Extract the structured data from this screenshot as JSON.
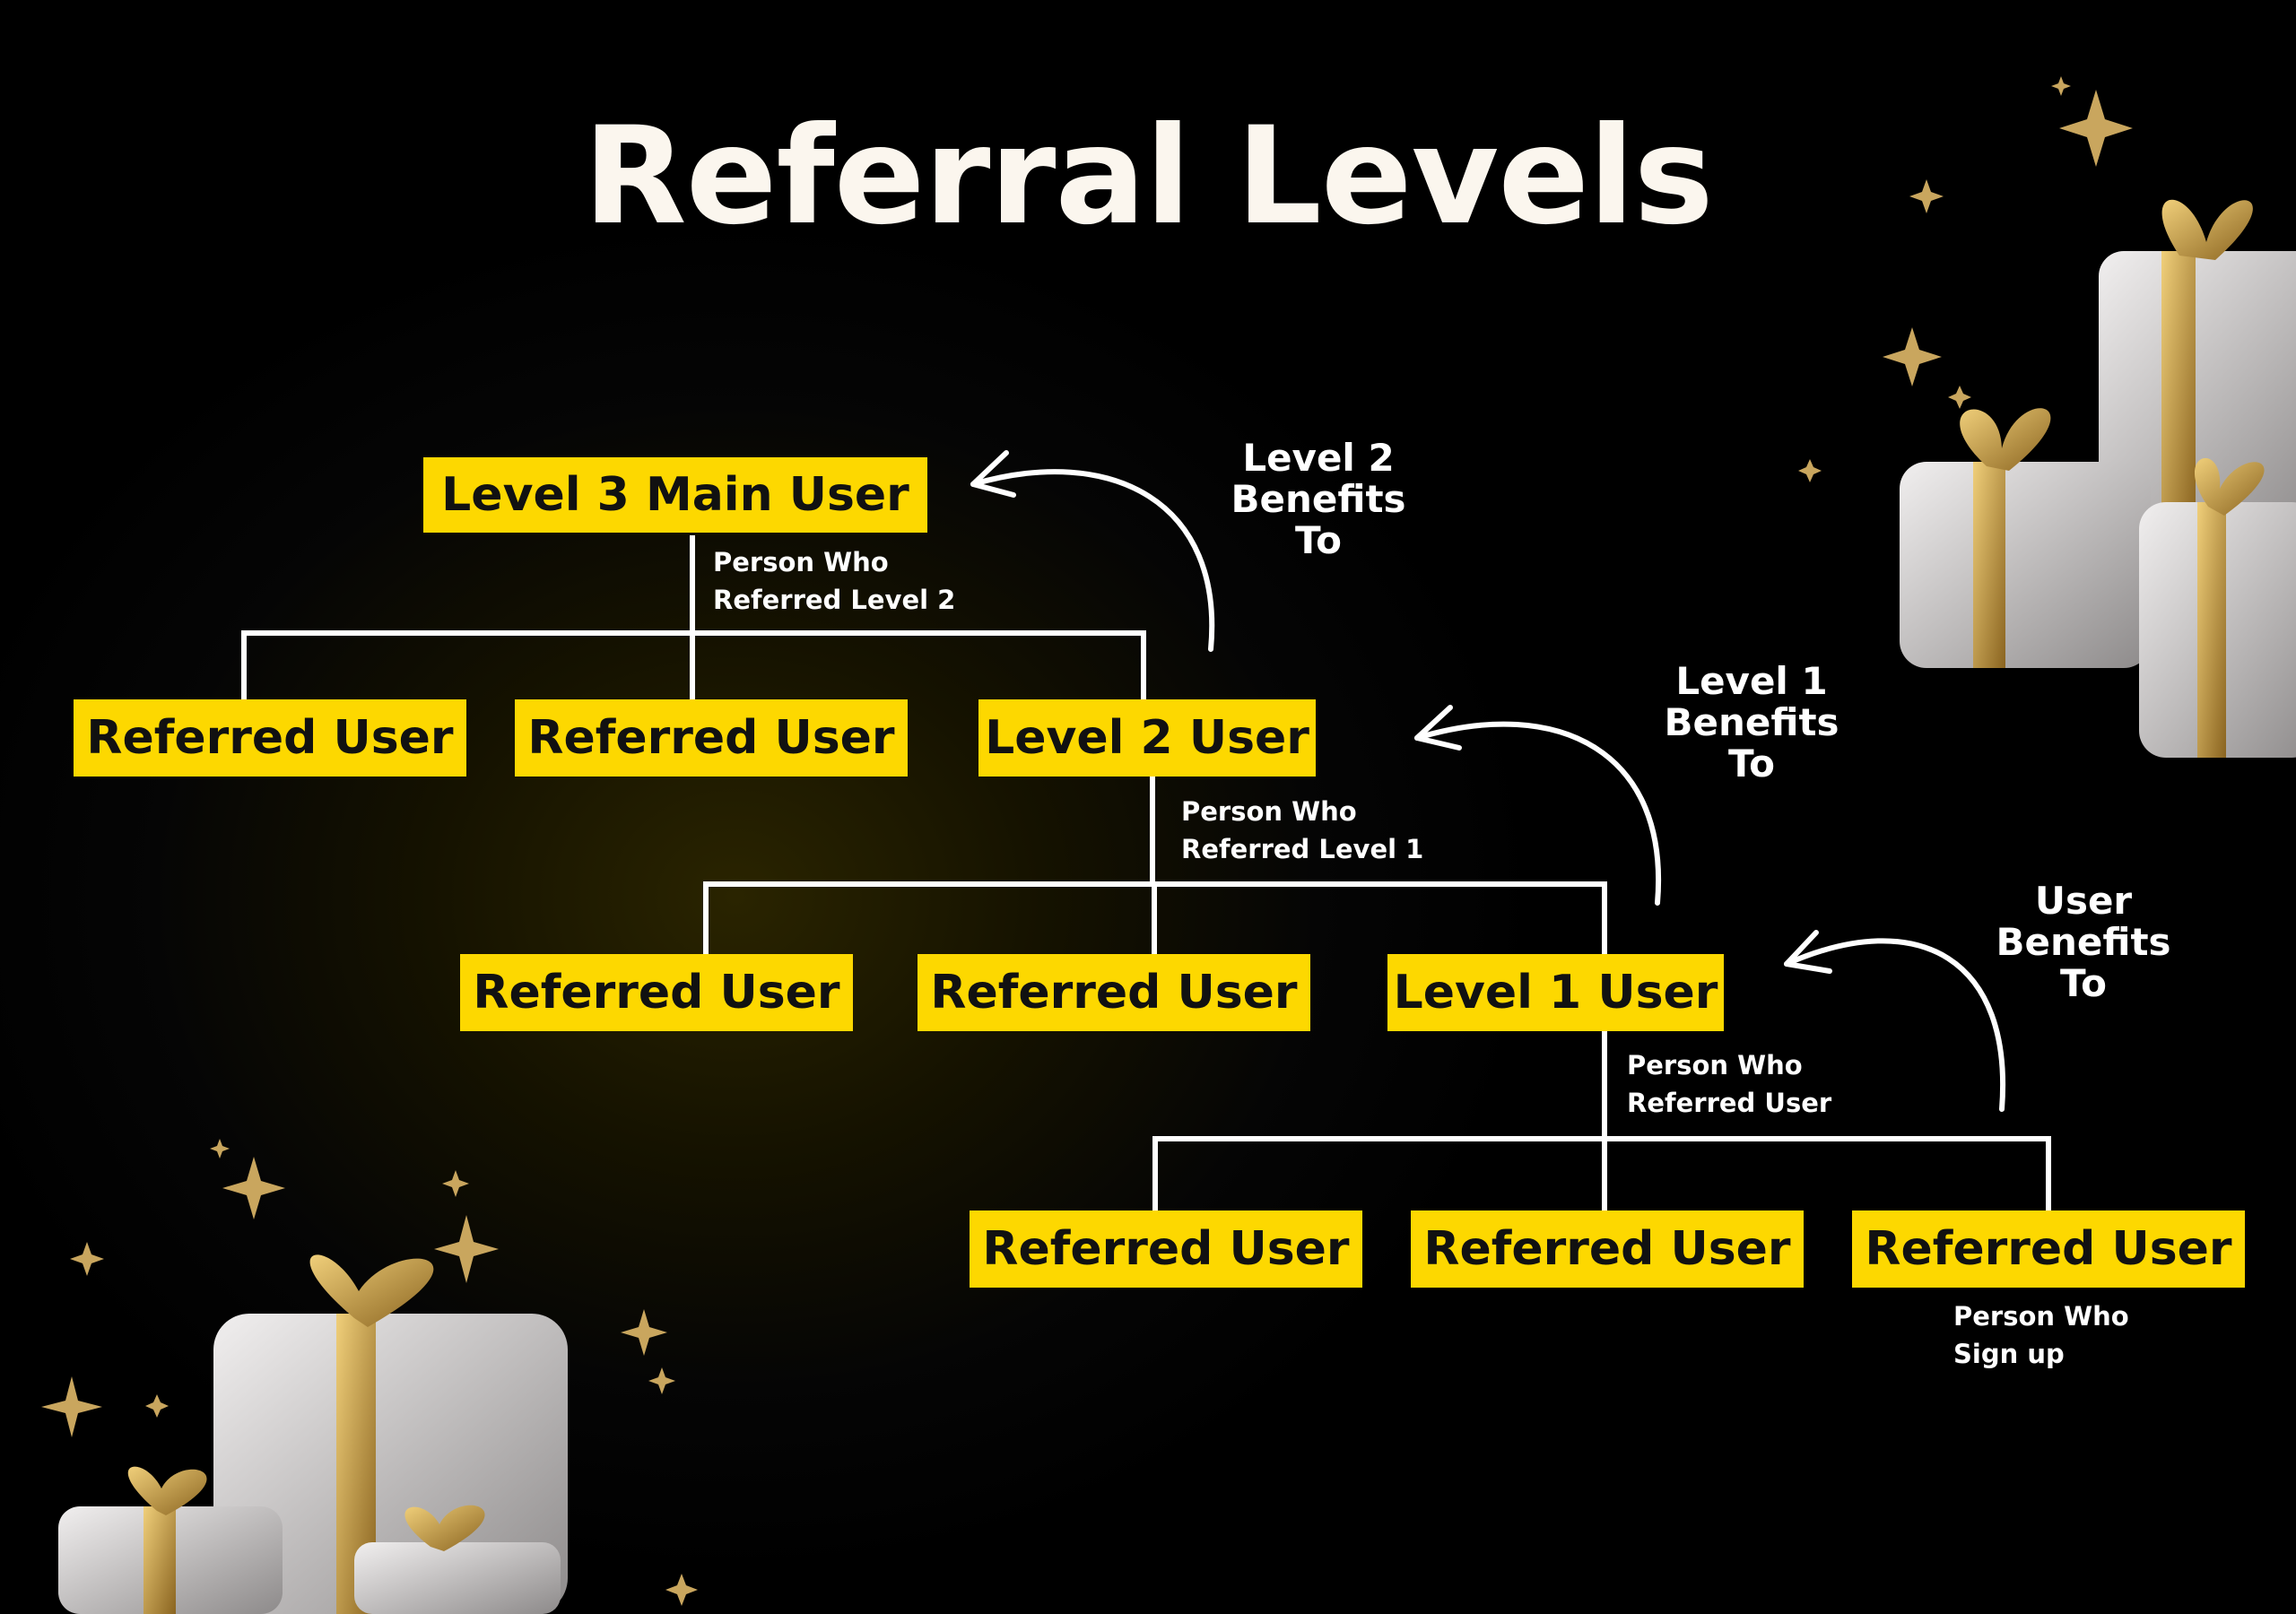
{
  "title": "Referral Levels",
  "nodes": {
    "level3": "Level 3 Main User",
    "level2": "Level 2 User",
    "level1": "Level 1 User",
    "referred": "Referred User"
  },
  "notes": {
    "level3": [
      "Person Who",
      "Referred Level 2"
    ],
    "level2": [
      "Person Who",
      "Referred Level 1"
    ],
    "level1": [
      "Person Who",
      "Referred User"
    ],
    "user": [
      "Person Who",
      "Sign up"
    ]
  },
  "benefits": {
    "level2": [
      "Level 2",
      "Benefits",
      "To"
    ],
    "level1": [
      "Level 1",
      "Benefits",
      "To"
    ],
    "user": [
      "User",
      "Benefits",
      "To"
    ]
  },
  "colors": {
    "box": "#fdd800",
    "box_text": "#111111",
    "background": "#000000",
    "text": "#ffffff",
    "gift_box": "#d8d6d6",
    "ribbon": "#c8a04a",
    "sparkle": "#c9a65e"
  },
  "decorations": [
    "gift-box-icon",
    "sparkle-star-icon"
  ]
}
